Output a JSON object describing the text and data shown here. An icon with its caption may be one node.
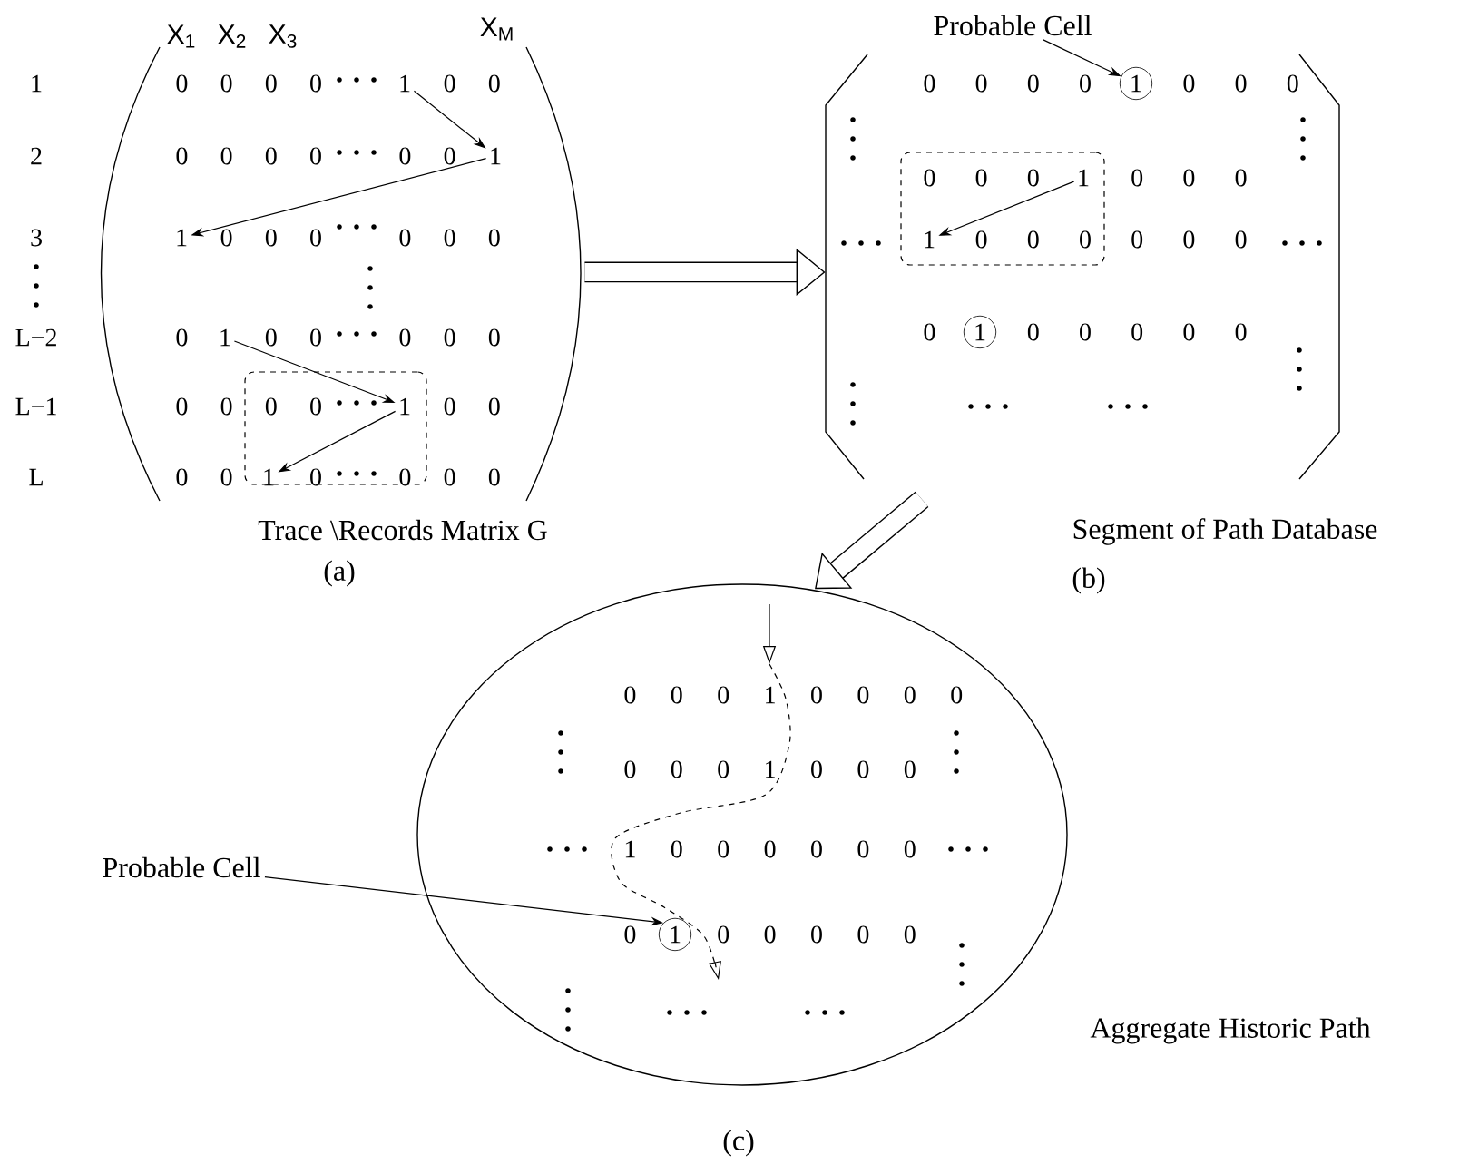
{
  "diagram": {
    "nodes": [
      {
        "text": [],
        "shape": "parentheses",
        "beside": [
          "Trace \\Records Matrix G",
          "(a)"
        ]
      },
      {
        "text": [
          "1"
        ],
        "in": 0
      },
      {
        "text": [
          "1"
        ],
        "in": 0
      },
      {
        "text": [
          "1"
        ],
        "in": 0
      },
      {
        "text": [
          "1"
        ],
        "in": 0
      },
      {
        "text": [],
        "shape": "box",
        "in": 0
      },
      {
        "text": [
          "1"
        ],
        "in": 5
      },
      {
        "text": [
          "1"
        ],
        "in": 5
      },
      {
        "text": [],
        "shape": "brackets",
        "beside": [
          "Segment of Path Database",
          "(b)"
        ]
      },
      {
        "text": [
          "Probable Cell"
        ]
      },
      {
        "text": [
          "1"
        ],
        "in": 8
      },
      {
        "text": [],
        "shape": "box",
        "in": 8
      },
      {
        "text": [
          "1"
        ],
        "in": 11
      },
      {
        "text": [
          "1"
        ],
        "in": 11
      },
      {
        "text": [
          "1"
        ],
        "in": 8
      },
      {
        "text": [],
        "shape": "ellipse",
        "beside": [
          "Aggregate Historic Path",
          "(c)"
        ]
      },
      {
        "text": [
          "Probable Cell"
        ]
      },
      {
        "text": [
          "1"
        ],
        "in": 15
      }
    ],
    "edges": [
      {
        "from": 1,
        "to": 2,
        "arrow": "to"
      },
      {
        "from": 2,
        "to": 3,
        "arrow": "to"
      },
      {
        "from": 4,
        "to": 6,
        "arrow": "to"
      },
      {
        "from": 6,
        "to": 7,
        "arrow": "to"
      },
      {
        "from": 0,
        "to": 8,
        "arrow": "to",
        "style": "thick"
      },
      {
        "from": 9,
        "to": 10,
        "arrow": "to"
      },
      {
        "from": 12,
        "to": 13,
        "arrow": "to"
      },
      {
        "from": 8,
        "to": 15,
        "arrow": "to",
        "style": "thick"
      },
      {
        "from": 16,
        "to": 17,
        "arrow": "to"
      }
    ],
    "labels": [
      "X$_{1}$",
      "X$_{2}$",
      "X$_{3}$",
      "X$_{M}$",
      "1",
      "2",
      "3",
      "L−2",
      "L−1",
      "L",
      "0 0 0 0",
      "0 0",
      "0 0 0 0",
      "0 0",
      "0 0 0",
      "0 0 0",
      "0",
      "0 0",
      "0 0 0",
      "0 0",
      "0 0",
      "0 0",
      "0 0",
      "0",
      "0",
      "0 0",
      "0 0 0 0",
      "0 0 0",
      "0 0 0",
      "0 0 0",
      "0 0 0",
      "0 0 0",
      "0",
      "0 0 0 0 0",
      "0 0 0 1 0 0 0 0",
      "0 0 0 1 0 0 0",
      "1 0 0 0 0 0 0",
      "0",
      "0 0 0 0 0"
    ]
  }
}
